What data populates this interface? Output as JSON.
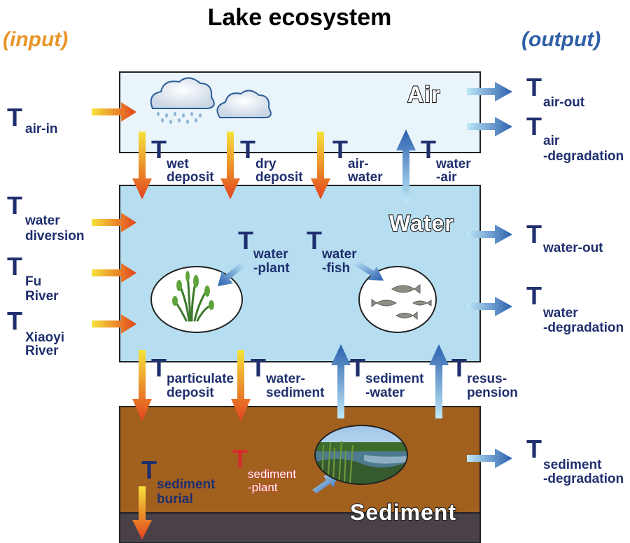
{
  "title": "Lake ecosystem",
  "input_label": "(input)",
  "output_label": "(output)",
  "colors": {
    "input": "#e8962a",
    "output": "#2f5fa6",
    "air_box": "#eaf5fb",
    "water_box": "#b6def0",
    "sediment_box": "#a2601f",
    "bedrock": "#4a4148",
    "text": "#1f2f6e"
  },
  "compartments": {
    "air": "Air",
    "water": "Water",
    "sediment": "Sediment"
  },
  "inputs": [
    {
      "T": "T",
      "sub1": "air-in",
      "sub2": ""
    },
    {
      "T": "T",
      "sub1": "water",
      "sub2": "diversion"
    },
    {
      "T": "T",
      "sub1": "Fu",
      "sub2": "River"
    },
    {
      "T": "T",
      "sub1": "Xiaoyi",
      "sub2": "River"
    }
  ],
  "outputs": [
    {
      "T": "T",
      "sub1": "air-out",
      "sub2": ""
    },
    {
      "T": "T",
      "sub1": "air",
      "sub2": "-degradation"
    },
    {
      "T": "T",
      "sub1": "water-out",
      "sub2": ""
    },
    {
      "T": "T",
      "sub1": "water",
      "sub2": "-degradation"
    },
    {
      "T": "T",
      "sub1": "sediment",
      "sub2": "-degradation"
    }
  ],
  "transfers": [
    {
      "T": "T",
      "sub1": "wet",
      "sub2": "deposit"
    },
    {
      "T": "T",
      "sub1": "dry",
      "sub2": "deposit"
    },
    {
      "T": "T",
      "sub1": "air-",
      "sub2": "water"
    },
    {
      "T": "T",
      "sub1": "water",
      "sub2": "-air"
    },
    {
      "T": "T",
      "sub1": "water",
      "sub2": "-plant"
    },
    {
      "T": "T",
      "sub1": "water",
      "sub2": "-fish"
    },
    {
      "T": "T",
      "sub1": "particulate",
      "sub2": "deposit"
    },
    {
      "T": "T",
      "sub1": "water-",
      "sub2": "sediment"
    },
    {
      "T": "T",
      "sub1": "sediment",
      "sub2": "-water"
    },
    {
      "T": "T",
      "sub1": "resus-",
      "sub2": "pension"
    },
    {
      "T": "T",
      "sub1": "sediment",
      "sub2": "burial"
    },
    {
      "T": "T",
      "sub1": "sediment",
      "sub2": "-plant"
    }
  ],
  "icons": [
    "cloud-rain-icon",
    "cloud-icon",
    "water-plant-icon",
    "fish-icon",
    "wetland-photo-icon"
  ]
}
